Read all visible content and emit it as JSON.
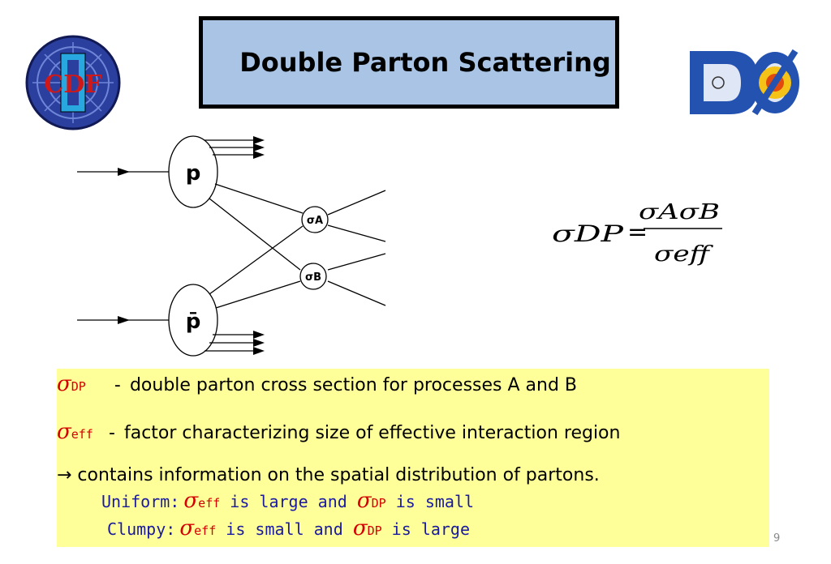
{
  "title": "Double Parton Scattering",
  "logos": {
    "left": "CDF",
    "right": "DØ"
  },
  "diagram": {
    "top_node": "p",
    "bottom_node": "p̄",
    "vertex_a": "σA",
    "vertex_b": "σB"
  },
  "formula": {
    "lhs": "σDP",
    "numerator": "σAσB",
    "denominator": "σeff"
  },
  "definitions": [
    {
      "symbol": "σ",
      "subscript": "DP",
      "dash": "-",
      "text": "double parton cross section for processes A and B"
    },
    {
      "symbol": "σ",
      "subscript": "eff",
      "dash": "-",
      "text": "factor characterizing size of effective interaction region"
    }
  ],
  "note": "→ contains information on the spatial distribution of partons.",
  "uniform": {
    "label": "Uniform:",
    "s1": "σ",
    "sub1": "eff",
    "middle": " is large and ",
    "s2": "σ",
    "sub2": "DP",
    "end": " is small"
  },
  "clumpy": {
    "label": "Clumpy:",
    "s1": "σ",
    "sub1": "eff",
    "middle": " is small and ",
    "s2": "σ",
    "sub2": "DP",
    "end": " is large"
  },
  "page_number": "9",
  "colors": {
    "title_bg": "#a9c4e4",
    "note_bg": "#ffff99",
    "symbol": "#d40000",
    "mono_text": "#1a1aa0"
  }
}
